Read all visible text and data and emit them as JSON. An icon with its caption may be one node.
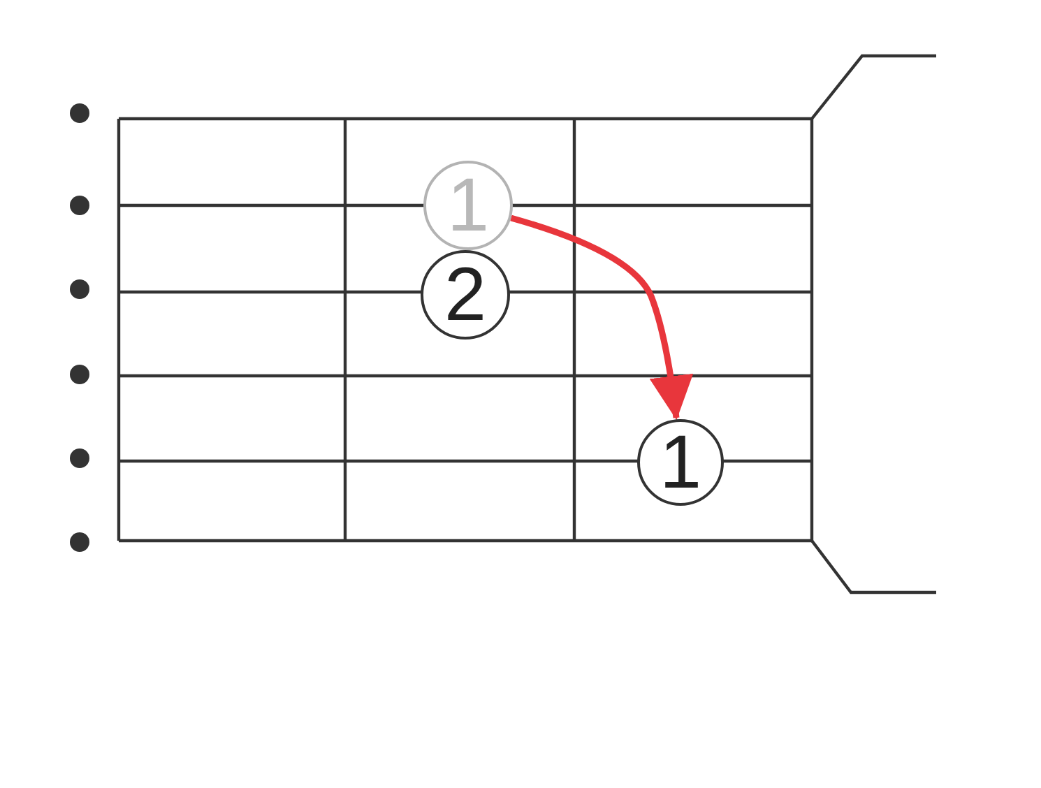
{
  "diagram": {
    "nodes": [
      {
        "text": [
          "1"
        ]
      },
      {
        "text": [
          "2"
        ]
      },
      {
        "text": [
          "1"
        ]
      }
    ],
    "edges": [
      {
        "from": 0,
        "to": 2,
        "arrow": "to",
        "color": "#e8363c"
      }
    ]
  }
}
